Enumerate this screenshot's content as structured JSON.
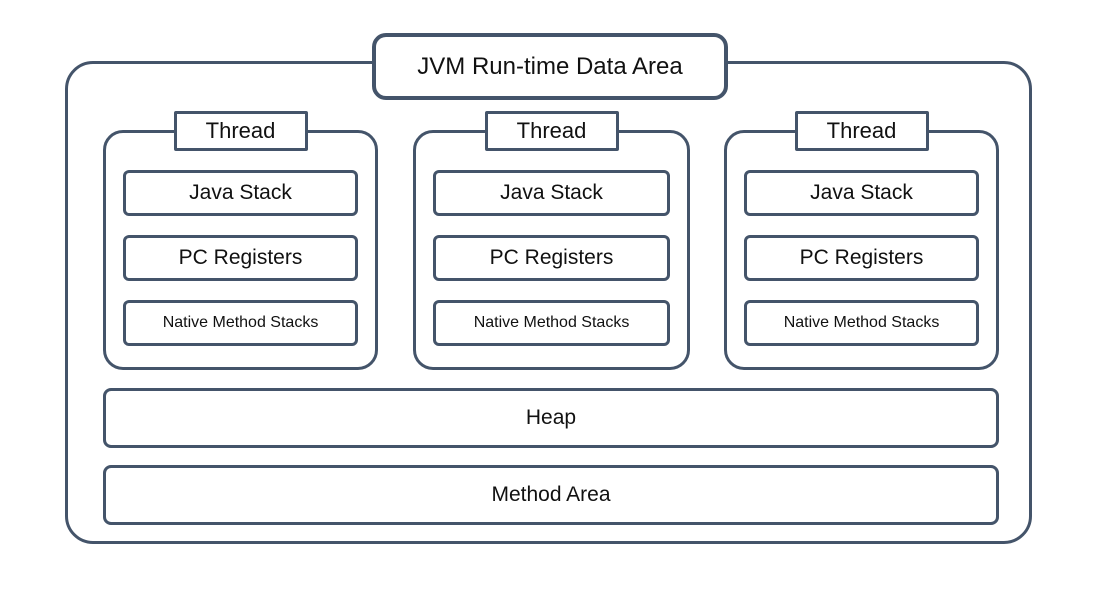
{
  "diagram": {
    "title": "JVM Run-time Data Area",
    "threads": [
      {
        "label": "Thread",
        "boxes": [
          "Java Stack",
          "PC Registers",
          "Native Method Stacks"
        ]
      },
      {
        "label": "Thread",
        "boxes": [
          "Java Stack",
          "PC Registers",
          "Native Method Stacks"
        ]
      },
      {
        "label": "Thread",
        "boxes": [
          "Java Stack",
          "PC Registers",
          "Native Method Stacks"
        ]
      }
    ],
    "heap_label": "Heap",
    "method_area_label": "Method Area",
    "colors": {
      "border": "#44546A",
      "background": "#FFFFFF",
      "text": "#111111"
    }
  }
}
